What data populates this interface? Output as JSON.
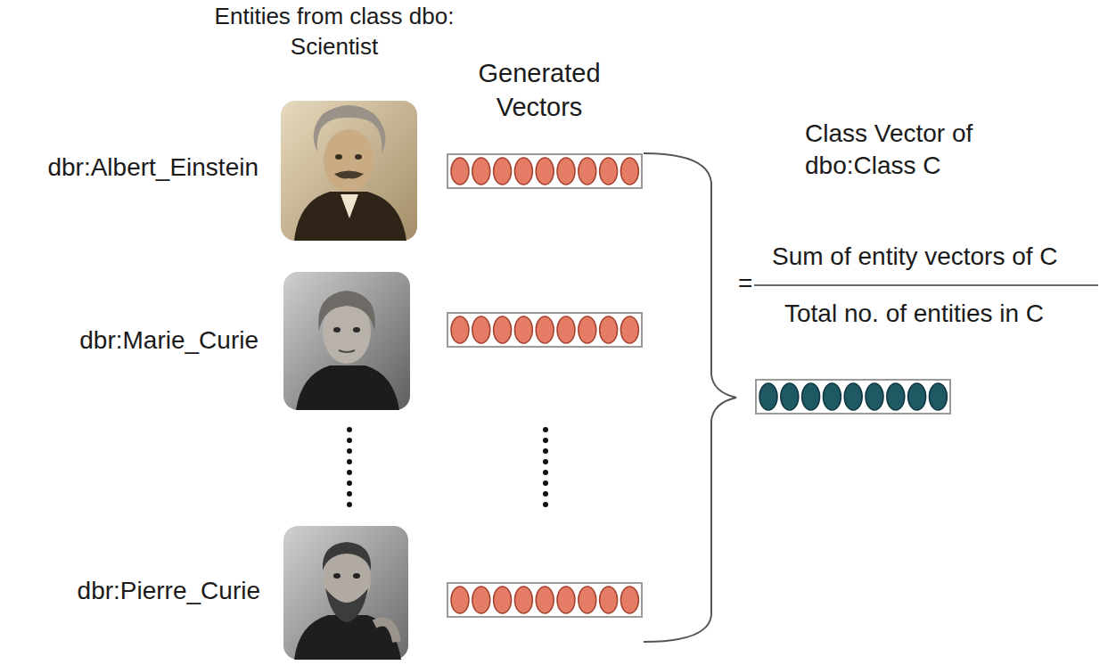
{
  "diagram": {
    "labels": [
      "Entities from class dbo: Scientist",
      "Generated Vectors",
      "dbr:Albert_Einstein",
      "dbr:Marie_Curie",
      "dbr:Pierre_Curie",
      "Class Vector of dbo:Class C",
      "=",
      "Sum of entity vectors of C",
      "Total no. of entities in C"
    ]
  }
}
